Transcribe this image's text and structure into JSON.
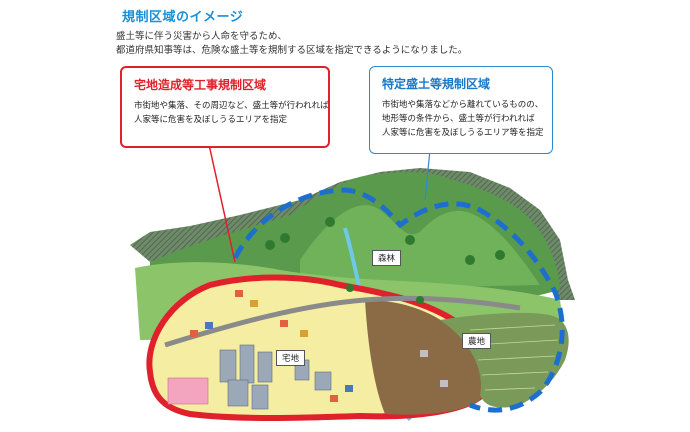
{
  "header": {
    "title": "規制区域のイメージ",
    "intro_lines": [
      "盛土等に伴う災害から人命を守るため、",
      "都道府県知事等は、危険な盛土等を規制する区域を指定できるようになりました。"
    ]
  },
  "callouts": {
    "residential": {
      "heading": "宅地造成等工事規制区域",
      "lines": [
        "市街地や集落、その周辺など、盛土等が行われれば",
        "人家等に危害を及ぼしうるエリアを指定"
      ],
      "color": "#e0202a"
    },
    "specific": {
      "heading": "特定盛土等規制区域",
      "lines": [
        "市街地や集落などから離れているものの、",
        "地形等の条件から、盛土等が行われれば",
        "人家等に危害を及ぼしうるエリア等を指定"
      ],
      "color": "#1a78c8"
    }
  },
  "map_labels": {
    "forest": "森林",
    "residential_land": "宅地",
    "farmland": "農地"
  }
}
